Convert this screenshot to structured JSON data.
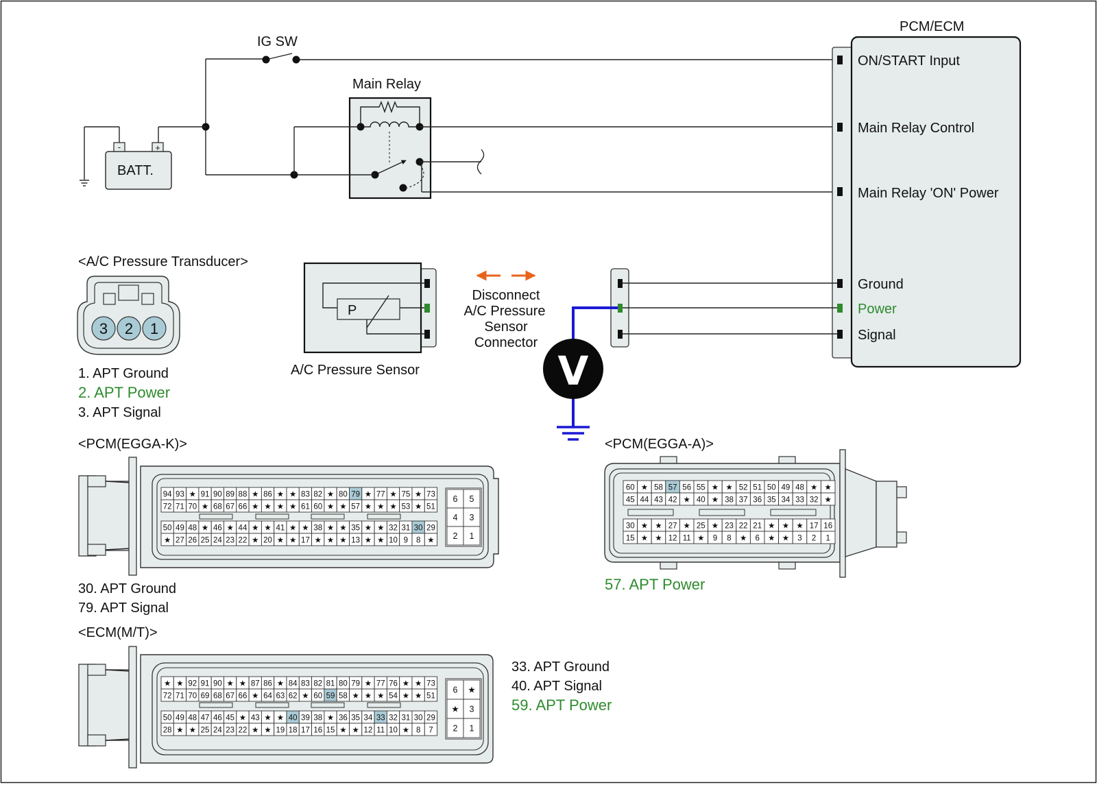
{
  "circuit": {
    "ig_sw": "IG SW",
    "batt": "BATT.",
    "batt_minus": "-",
    "batt_plus": "+",
    "main_relay": "Main Relay",
    "pcm_ecm": "PCM/ECM",
    "pcm_pins": [
      "ON/START Input",
      "Main Relay Control",
      "Main Relay 'ON' Power",
      "Ground",
      "Power",
      "Signal"
    ]
  },
  "sensor": {
    "transducer_title": "<A/C Pressure Transducer>",
    "pins": [
      "3",
      "2",
      "1"
    ],
    "legend": [
      "1. APT Ground",
      "2. APT Power",
      "3. APT Signal"
    ],
    "sensor_name": "A/C Pressure Sensor",
    "sensor_p": "P",
    "disconnect": [
      "Disconnect",
      "A/C Pressure",
      "Sensor",
      "Connector"
    ],
    "voltmeter": "V"
  },
  "pcm_k": {
    "title": "<PCM(EGGA-K)>",
    "rows": [
      [
        "94",
        "93",
        "★",
        "91",
        "90",
        "89",
        "88",
        "★",
        "86",
        "★",
        "★",
        "83",
        "82",
        "★",
        "80",
        "79",
        "★",
        "77",
        "★",
        "75",
        "★",
        "73"
      ],
      [
        "72",
        "71",
        "70",
        "★",
        "68",
        "67",
        "66",
        "★",
        "★",
        "★",
        "★",
        "61",
        "60",
        "★",
        "★",
        "57",
        "★",
        "★",
        "★",
        "53",
        "★",
        "51"
      ],
      [
        "50",
        "49",
        "48",
        "★",
        "46",
        "★",
        "44",
        "★",
        "★",
        "41",
        "★",
        "★",
        "38",
        "★",
        "★",
        "35",
        "★",
        "★",
        "32",
        "31",
        "30",
        "29"
      ],
      [
        "★",
        "27",
        "26",
        "25",
        "24",
        "23",
        "22",
        "★",
        "20",
        "★",
        "★",
        "17",
        "★",
        "★",
        "★",
        "13",
        "★",
        "★",
        "10",
        "9",
        "8",
        "★"
      ]
    ],
    "side": [
      "6",
      "5",
      "4",
      "3",
      "2",
      "1"
    ],
    "legend": [
      "30. APT Ground",
      "79. APT Signal"
    ]
  },
  "ecm_mt": {
    "title": "<ECM(M/T)>",
    "rows": [
      [
        "★",
        "★",
        "92",
        "91",
        "90",
        "★",
        "★",
        "87",
        "86",
        "★",
        "84",
        "83",
        "82",
        "81",
        "80",
        "79",
        "★",
        "77",
        "76",
        "★",
        "★",
        "73"
      ],
      [
        "72",
        "71",
        "70",
        "69",
        "68",
        "67",
        "66",
        "★",
        "64",
        "63",
        "62",
        "★",
        "60",
        "59",
        "58",
        "★",
        "★",
        "★",
        "54",
        "★",
        "★",
        "51"
      ],
      [
        "50",
        "49",
        "48",
        "47",
        "46",
        "45",
        "★",
        "43",
        "★",
        "★",
        "40",
        "39",
        "38",
        "★",
        "36",
        "35",
        "34",
        "33",
        "32",
        "31",
        "30",
        "29"
      ],
      [
        "28",
        "★",
        "★",
        "25",
        "24",
        "23",
        "22",
        "★",
        "★",
        "19",
        "18",
        "17",
        "16",
        "15",
        "★",
        "★",
        "12",
        "11",
        "10",
        "★",
        "8",
        "7"
      ]
    ],
    "side": [
      "6",
      "★",
      "★",
      "3",
      "2",
      "1"
    ],
    "legend": [
      "33. APT Ground",
      "40. APT Signal",
      "59. APT Power"
    ]
  },
  "pcm_a": {
    "title": "<PCM(EGGA-A)>",
    "rows": [
      [
        "60",
        "★",
        "58",
        "57",
        "56",
        "55",
        "★",
        "★",
        "52",
        "51",
        "50",
        "49",
        "48",
        "★",
        "★"
      ],
      [
        "45",
        "44",
        "43",
        "42",
        "★",
        "40",
        "★",
        "38",
        "37",
        "36",
        "35",
        "34",
        "33",
        "32",
        "★"
      ],
      [
        "30",
        "★",
        "★",
        "27",
        "★",
        "25",
        "★",
        "23",
        "22",
        "21",
        "★",
        "★",
        "★",
        "17",
        "16"
      ],
      [
        "15",
        "★",
        "★",
        "12",
        "11",
        "★",
        "9",
        "8",
        "★",
        "6",
        "★",
        "★",
        "3",
        "2",
        "1"
      ]
    ],
    "legend": [
      "57. APT Power"
    ]
  },
  "colors": {
    "highlight": "#a9cbd6",
    "green": "#2e8b2e",
    "orange": "#e8641c",
    "blue": "#1a1ad6",
    "fill": "#e6eceb"
  }
}
